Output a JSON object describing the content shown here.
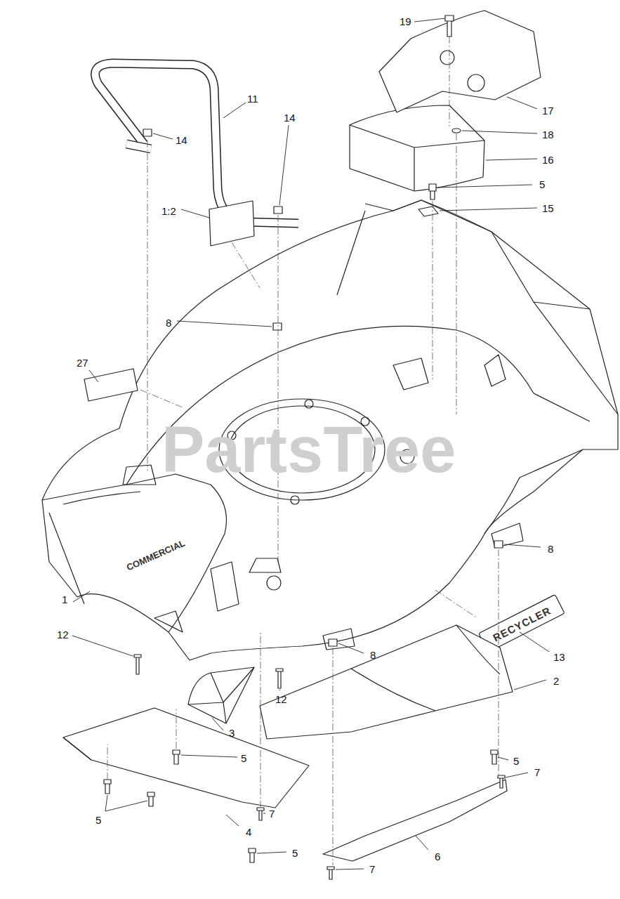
{
  "diagram": {
    "labels": [
      "19",
      "11",
      "14",
      "14",
      "17",
      "18",
      "16",
      "5",
      "15",
      "1:2",
      "8",
      "27",
      "PartsTree",
      "8",
      "1",
      "13",
      "12",
      "8",
      "2",
      "12",
      "3",
      "5",
      "5",
      "7",
      "5",
      "7",
      "4",
      "5",
      "6",
      "7",
      "COMMERCIAL",
      "RECYCLER"
    ]
  }
}
